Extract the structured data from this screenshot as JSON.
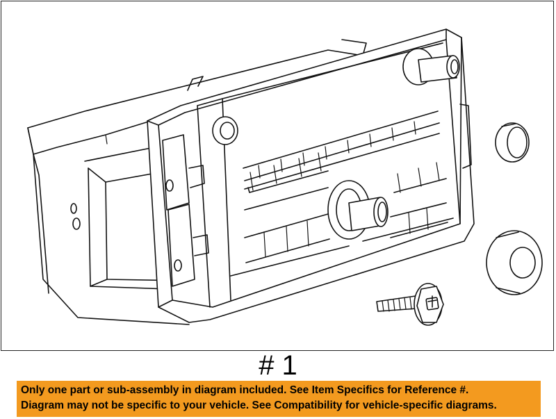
{
  "diagram": {
    "reference_label": "# 1",
    "notice": {
      "line1": "Only one part or sub-assembly in diagram included. See Item Specifics for Reference #.",
      "line2": "Diagram may not be specific to your vehicle. See Compatibility for vehicle-specific diagrams."
    },
    "colors": {
      "notice_background": "#f39a1f",
      "line_art": "#111111",
      "background": "#ffffff"
    }
  }
}
